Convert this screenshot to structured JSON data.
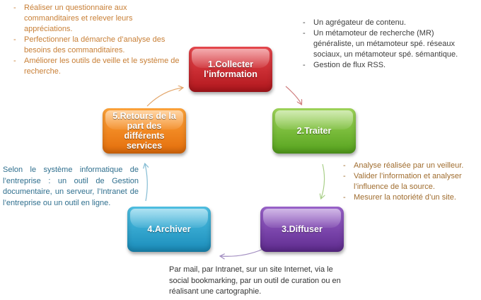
{
  "colors": {
    "collecter": "#c8252c",
    "traiter": "#7cc13a",
    "diffuser": "#7d45b0",
    "archiver": "#2ea7d4",
    "retours": "#f4871f"
  },
  "steps": [
    {
      "id": "collecter",
      "label": "1.Collecter l’information"
    },
    {
      "id": "traiter",
      "label": "2.Traiter"
    },
    {
      "id": "diffuser",
      "label": "3.Diffuser"
    },
    {
      "id": "archiver",
      "label": "4.Archiver"
    },
    {
      "id": "retours",
      "label": "5.Retours de la part des différents services"
    }
  ],
  "notes": {
    "retours": [
      "Réaliser un questionnaire aux commanditaires et relever leurs appréciations.",
      "Perfectionner la démarche d’analyse des besoins des commanditaires.",
      "Améliorer les outils de veille et le système de recherche."
    ],
    "collecter": [
      "Un agrégateur de contenu.",
      "Un métamoteur de recherche (MR) généraliste, un métamoteur spé. réseaux sociaux, un métamoteur spé. sémantique.",
      "Gestion de flux RSS."
    ],
    "traiter": [
      "Analyse réalisée par un veilleur.",
      "Valider l’information et analyser l’influence de la source.",
      "Mesurer la notoriété d’un site."
    ],
    "archiver": "Selon le système informatique de l’entreprise : un outil de Gestion documentaire, un serveur, l’Intranet de l’entreprise ou un outil en ligne.",
    "diffuser": "Par mail, par Intranet, sur un site Internet, via le social bookmarking, par un outil de curation ou en réalisant une cartographie."
  }
}
